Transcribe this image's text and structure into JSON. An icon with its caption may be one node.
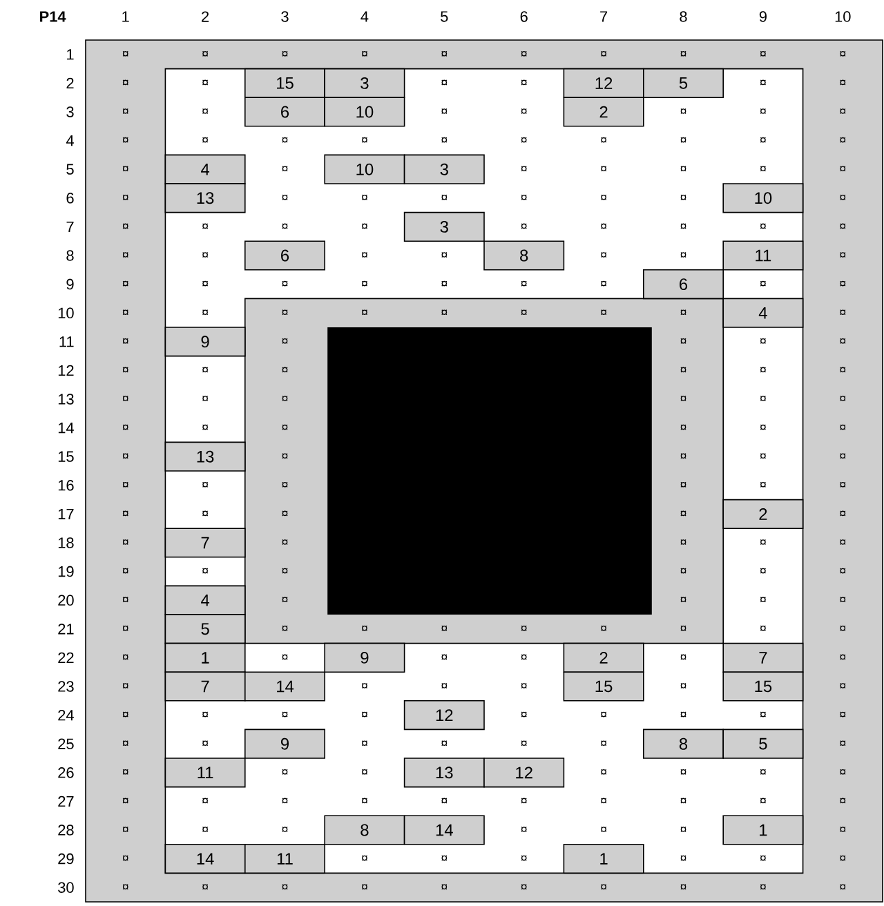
{
  "diagram": {
    "labels": [
      "P14",
      "1",
      "2",
      "3",
      "4",
      "5",
      "6",
      "7",
      "8",
      "9",
      "10",
      "1",
      "¤",
      "¤",
      "¤",
      "¤",
      "¤",
      "¤",
      "¤",
      "¤",
      "¤",
      "¤",
      "2",
      "¤",
      "¤",
      "15",
      "3",
      "¤",
      "¤",
      "12",
      "5",
      "¤",
      "¤",
      "3",
      "¤",
      "¤",
      "6",
      "10",
      "¤",
      "¤",
      "2",
      "¤",
      "¤",
      "¤",
      "4",
      "¤",
      "¤",
      "¤",
      "¤",
      "¤",
      "¤",
      "¤",
      "¤",
      "¤",
      "¤",
      "5",
      "¤",
      "4",
      "¤",
      "10",
      "3",
      "¤",
      "¤",
      "¤",
      "¤",
      "¤",
      "6",
      "¤",
      "13",
      "¤",
      "¤",
      "¤",
      "¤",
      "¤",
      "¤",
      "10",
      "¤",
      "7",
      "¤",
      "¤",
      "¤",
      "¤",
      "3",
      "¤",
      "¤",
      "¤",
      "¤",
      "¤",
      "8",
      "¤",
      "¤",
      "6",
      "¤",
      "¤",
      "8",
      "¤",
      "¤",
      "11",
      "¤",
      "9",
      "¤",
      "¤",
      "¤",
      "¤",
      "¤",
      "¤",
      "¤",
      "6",
      "¤",
      "¤",
      "10",
      "¤",
      "¤",
      "¤",
      "¤",
      "¤",
      "¤",
      "¤",
      "¤",
      "4",
      "¤",
      "11",
      "¤",
      "9",
      "¤",
      "¤",
      "¤",
      "¤",
      "12",
      "¤",
      "¤",
      "¤",
      "¤",
      "¤",
      "¤",
      "13",
      "¤",
      "¤",
      "¤",
      "¤",
      "¤",
      "¤",
      "14",
      "¤",
      "¤",
      "¤",
      "¤",
      "¤",
      "¤",
      "15",
      "¤",
      "13",
      "¤",
      "¤",
      "¤",
      "¤",
      "16",
      "¤",
      "¤",
      "¤",
      "¤",
      "¤",
      "¤",
      "17",
      "¤",
      "¤",
      "¤",
      "¤",
      "2",
      "¤",
      "18",
      "¤",
      "7",
      "¤",
      "¤",
      "¤",
      "¤",
      "19",
      "¤",
      "¤",
      "¤",
      "¤",
      "¤",
      "¤",
      "20",
      "¤",
      "4",
      "¤",
      "¤",
      "¤",
      "¤",
      "21",
      "¤",
      "5",
      "¤",
      "¤",
      "¤",
      "¤",
      "¤",
      "¤",
      "¤",
      "¤",
      "22",
      "¤",
      "1",
      "¤",
      "9",
      "¤",
      "¤",
      "2",
      "¤",
      "7",
      "¤",
      "23",
      "¤",
      "7",
      "14",
      "¤",
      "¤",
      "¤",
      "15",
      "¤",
      "15",
      "¤",
      "24",
      "¤",
      "¤",
      "¤",
      "¤",
      "12",
      "¤",
      "¤",
      "¤",
      "¤",
      "¤",
      "25",
      "¤",
      "¤",
      "9",
      "¤",
      "¤",
      "¤",
      "¤",
      "8",
      "5",
      "¤",
      "26",
      "¤",
      "11",
      "¤",
      "¤",
      "13",
      "12",
      "¤",
      "¤",
      "¤",
      "¤",
      "27",
      "¤",
      "¤",
      "¤",
      "¤",
      "¤",
      "¤",
      "¤",
      "¤",
      "¤",
      "¤",
      "28",
      "¤",
      "¤",
      "¤",
      "8",
      "14",
      "¤",
      "¤",
      "¤",
      "1",
      "¤",
      "29",
      "¤",
      "14",
      "11",
      "¤",
      "¤",
      "¤",
      "1",
      "¤",
      "¤",
      "¤",
      "30",
      "¤",
      "¤",
      "¤",
      "¤",
      "¤",
      "¤",
      "¤",
      "¤",
      "¤",
      "¤"
    ]
  }
}
